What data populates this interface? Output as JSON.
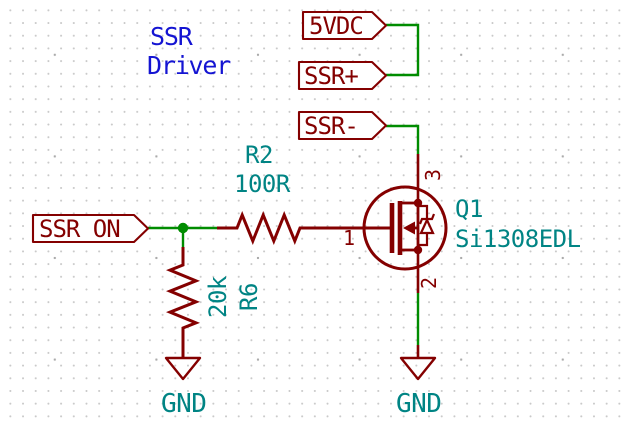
{
  "title_note": {
    "line1": "SSR",
    "line2": "Driver"
  },
  "net_labels": {
    "power_in": "5VDC",
    "ssr_plus": "SSR+",
    "ssr_minus": "SSR-",
    "control": "SSR_ON"
  },
  "components": {
    "r2": {
      "reference": "R2",
      "value": "100R"
    },
    "r6": {
      "reference": "R6",
      "value": "20k"
    },
    "q1": {
      "reference": "Q1",
      "value": "Si1308EDL",
      "pin_gate": "1",
      "pin_source": "2",
      "pin_drain": "3"
    }
  },
  "power_symbols": {
    "gnd_left": "GND",
    "gnd_right": "GND"
  },
  "colors": {
    "wire": "#008C00",
    "symbol_outline": "#840000",
    "field_text": "#008484",
    "note_text": "#1414D2",
    "grid_dot": "#C9C9C9",
    "background": "#FFFFFF"
  }
}
